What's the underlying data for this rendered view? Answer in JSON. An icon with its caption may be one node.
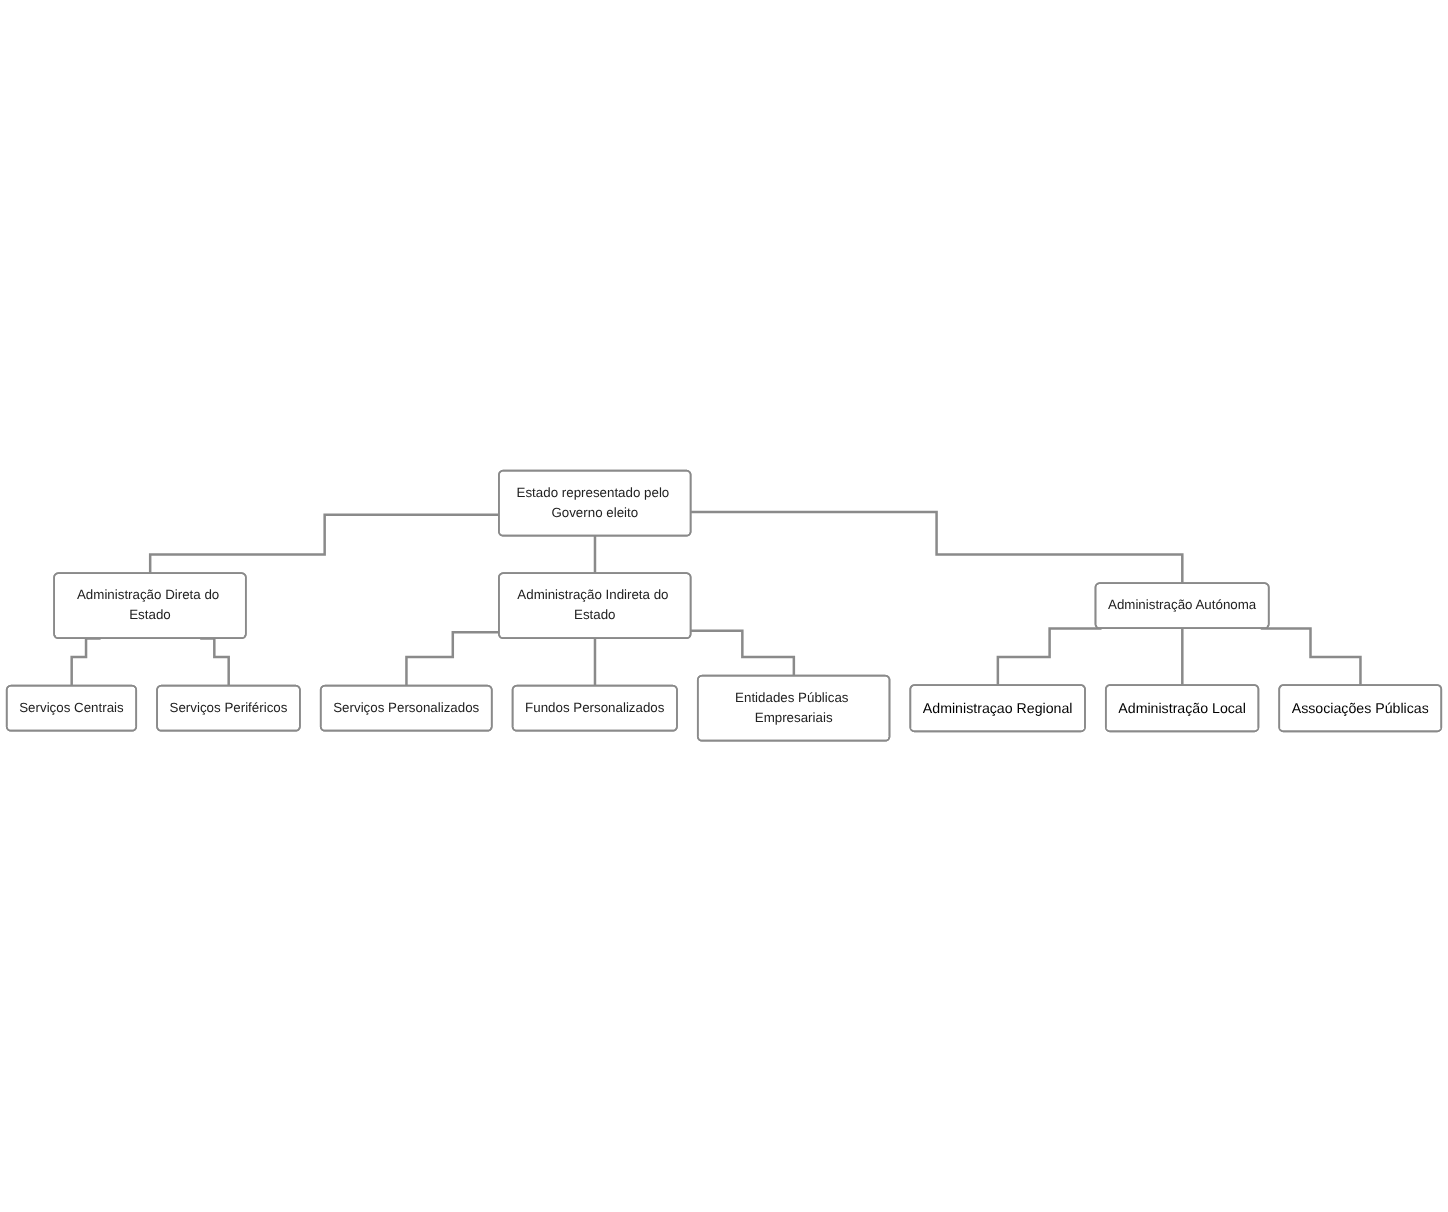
{
  "diagram": {
    "nodes": [
      {
        "text": [
          "Estado representado pelo Governo eleito"
        ]
      },
      {
        "text": [
          "Administração Direta do Estado"
        ]
      },
      {
        "text": [
          "Administração Indireta do Estado"
        ]
      },
      {
        "text": [
          "Administração Autónoma"
        ]
      },
      {
        "text": [
          "Serviços Centrais"
        ]
      },
      {
        "text": [
          "Serviços Periféricos"
        ]
      },
      {
        "text": [
          "Serviços Personalizados"
        ]
      },
      {
        "text": [
          "Fundos Personalizados"
        ]
      },
      {
        "text": [
          "Entidades Públicas Empresariais"
        ]
      },
      {
        "text": [
          "Administraçao Regional"
        ]
      },
      {
        "text": [
          "Administração Local"
        ]
      },
      {
        "text": [
          "Associações Públicas"
        ]
      }
    ],
    "edges": [
      {
        "from": 0,
        "to": 1,
        "arrow": "none"
      },
      {
        "from": 0,
        "to": 2,
        "arrow": "none"
      },
      {
        "from": 0,
        "to": 3,
        "arrow": "none"
      },
      {
        "from": 1,
        "to": 4,
        "arrow": "none"
      },
      {
        "from": 1,
        "to": 5,
        "arrow": "none"
      },
      {
        "from": 2,
        "to": 6,
        "arrow": "none"
      },
      {
        "from": 2,
        "to": 7,
        "arrow": "none"
      },
      {
        "from": 2,
        "to": 8,
        "arrow": "none"
      },
      {
        "from": 3,
        "to": 9,
        "arrow": "none"
      },
      {
        "from": 3,
        "to": 10,
        "arrow": "none"
      },
      {
        "from": 3,
        "to": 11,
        "arrow": "none"
      }
    ]
  }
}
